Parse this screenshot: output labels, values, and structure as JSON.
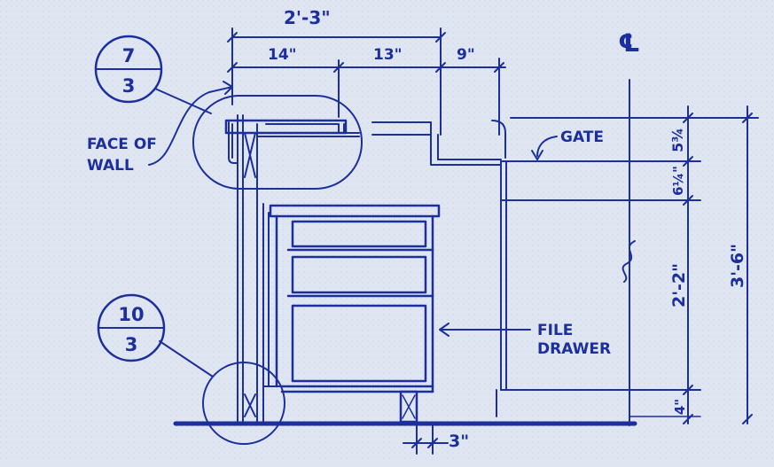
{
  "colors": {
    "paper": "#dfe6f1",
    "ink": "#1d2f9c"
  },
  "dimensions": {
    "overall_width": "2'-3\"",
    "seg_1": "14\"",
    "seg_2": "13\"",
    "seg_3": "9\"",
    "gate_top": "5¾",
    "gate_rail": "6¼\"",
    "counter_height": "2'-2\"",
    "total_height": "3'-6\"",
    "base": "4\"",
    "toe_kick": "3\""
  },
  "labels": {
    "centerline": "℄",
    "face_of_wall_line1": "FACE OF",
    "face_of_wall_line2": "WALL",
    "gate": "GATE",
    "file_line1": "FILE",
    "file_line2": "DRAWER"
  },
  "detail_callouts": [
    {
      "number": "7",
      "sheet": "3"
    },
    {
      "number": "10",
      "sheet": "3"
    }
  ]
}
